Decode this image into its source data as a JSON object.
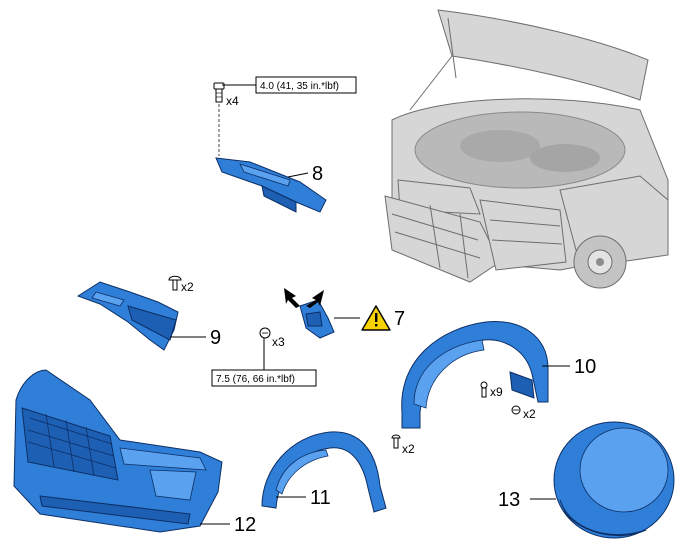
{
  "callouts": {
    "p7": "7",
    "p8": "8",
    "p9": "9",
    "p10": "10",
    "p11": "11",
    "p12": "12",
    "p13": "13"
  },
  "quantities": {
    "bolt_8": "x4",
    "clip_9": "x2",
    "bolt_7": "x3",
    "screw_10": "x9",
    "clip_10_right": "x2",
    "clip_10_bottom": "x2"
  },
  "torque": {
    "top": "4.0 (41, 35 in.*lbf)",
    "middle": "7.5 (76, 66 in.*lbf)"
  },
  "colors": {
    "part_fill": "#2f7fd9",
    "caution_fill": "#f5d200"
  },
  "icons": [
    "caution-triangle-icon"
  ]
}
